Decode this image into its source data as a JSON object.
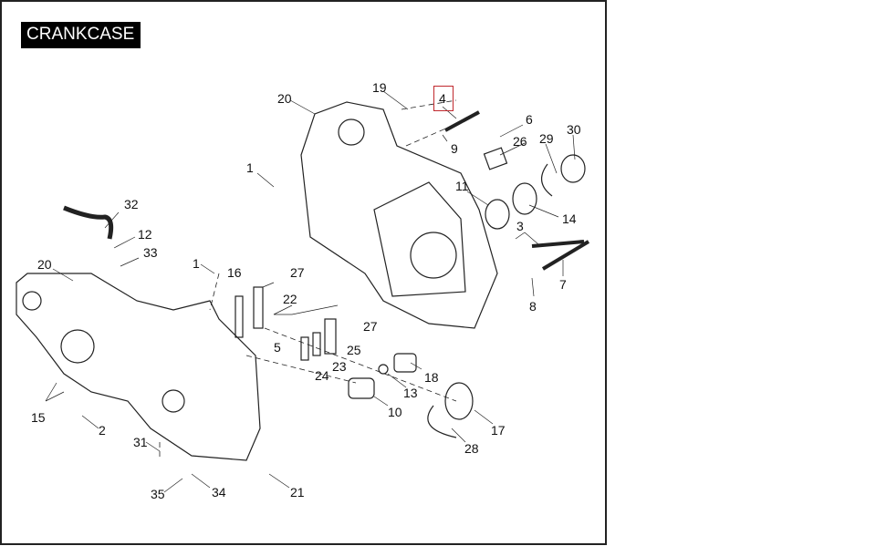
{
  "title": "CRANKCASE",
  "highlighted_callout": "4",
  "callouts": [
    "20",
    "19",
    "4",
    "6",
    "26",
    "29",
    "30",
    "9",
    "1",
    "11",
    "14",
    "3",
    "7",
    "8",
    "32",
    "12",
    "33",
    "20",
    "1",
    "16",
    "27",
    "22",
    "27",
    "5",
    "25",
    "23",
    "24",
    "18",
    "13",
    "10",
    "17",
    "28",
    "15",
    "2",
    "31",
    "35",
    "34",
    "21"
  ],
  "colors": {
    "highlight": "#c0282d",
    "title_bg": "#000000"
  }
}
